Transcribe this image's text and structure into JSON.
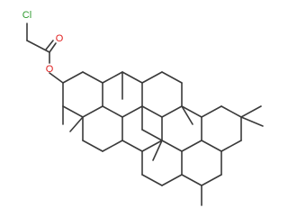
{
  "atoms": {
    "chlorine": "Cl",
    "carbonyl_oxygen": "O",
    "ester_oxygen": "O"
  },
  "colors": {
    "chlorine": "#2e9a2e",
    "oxygen": "#e02020",
    "bond": "#3a3a3a"
  }
}
